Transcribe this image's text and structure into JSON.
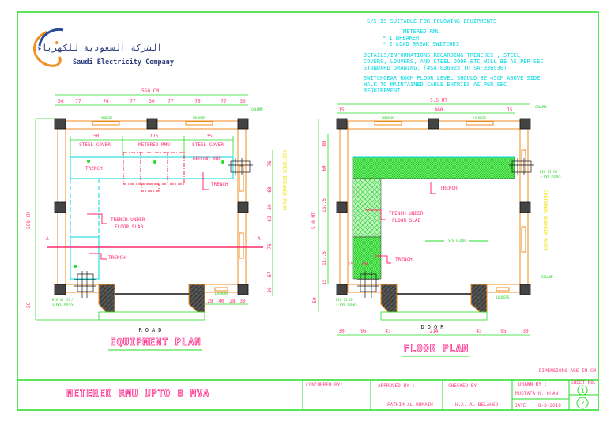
{
  "logo": {
    "arabic": "الشركة السعودية للكهرباء",
    "english": "Saudi Electricity Company"
  },
  "notes": {
    "heading": "S/S IS SUITABLE FOR FOLOWING EQUIPMENTS",
    "equipment_title": "METERED RMU",
    "items": [
      "*  1  BREAKER",
      "*  2  LOAD BREAK SWITCHES"
    ],
    "details": [
      "DETAILS/INFORMATIONS REGARDING TRENCHES , STEEL",
      "COVERS, LOUVERS, AND STEEL DOOR ETC WILL BE AS PER SEC",
      "STANDARD  DRAWING. (#SA-036925 TO SA-036930)"
    ],
    "floor_level": [
      "SWITCHGEAR ROOM FLOOR LEVEL SHOULD BE 45CM ABOVE SIDE",
      "WALK  TO MAINTAINED CABLE ENTRIES   AS PER SEC",
      "REQUIREMENT."
    ]
  },
  "equipment_plan": {
    "title": "EQUIPMENT PLAN",
    "road": "ROAD",
    "total_width": "550 CM",
    "top_dims": [
      "30",
      "77",
      "76",
      "77",
      "30",
      "77",
      "76",
      "77",
      "30"
    ],
    "inner_dims": [
      "150",
      "175",
      "135"
    ],
    "inner_labels": [
      "STEEL COVER",
      "METERED RMU",
      "STEEL COVER"
    ],
    "right_dims": [
      "76",
      "68",
      "30",
      "62",
      "76",
      "67",
      "30"
    ],
    "bottom_dims": [
      "28",
      "40",
      "28",
      "30"
    ],
    "left_total": "500 CM",
    "left_bottom": "50",
    "section_mark": "A",
    "trench": "TRENCH",
    "ground_rod": "GROUND ROD",
    "trench_under_slab": [
      "TRENCH UNDER",
      "FLOOR SLAB"
    ],
    "louvers": "LOUVERS",
    "column": "COLUMN",
    "pipes": [
      "DIA 15 CM /",
      "3-PVC PIPES"
    ],
    "room_label": "CUSTOMER BREAKER ROOM"
  },
  "floor_plan": {
    "title": "FLOOR PLAN",
    "door": "DOOR",
    "total_width": "5.5 MT",
    "top_dims": [
      "15",
      "460",
      "15"
    ],
    "left_dims": [
      "80",
      "60",
      "167.5",
      "117.5",
      "15",
      "50"
    ],
    "left_total": "5.0 MT",
    "bottom_dims": [
      "30",
      "95",
      "43",
      "214",
      "43",
      "95",
      "30"
    ],
    "trench_dims": [
      "15",
      "60"
    ],
    "ss_floor": "S/S FLOOR",
    "trench": "TRENCH",
    "trench_under_slab": [
      "TRENCH UNDER",
      "FLOOR SLAB"
    ],
    "louvers": "LOUVERS",
    "column": "COLUMN",
    "pipes": [
      "DIA 15 CM",
      "3-PVC PIPES"
    ],
    "room_label": "CUSTOMER BREAKER ROOM"
  },
  "title_block": {
    "dimensions_note": "DIMENSIONS ARE IN CM",
    "drawing_title": "METERED RMU UPTO 8 MVA",
    "concurred": "CONCURRED BY:",
    "approved": "APPROVED BY :",
    "approved_name": "FATHIM AL-RUMAIH",
    "checked": "CHECKED  BY",
    "checked_name": "H.A. AL-BELAHED",
    "drawn": "DRAWN  BY :",
    "drawn_name": "MUSTAFA K. KHAN",
    "date_label": "DATE :",
    "date": "8-8-2010",
    "sheet_no": "SHEET NO.",
    "sheets": [
      "1",
      "2"
    ]
  },
  "colors": {
    "frame": "#22dd22",
    "notes": "#00d8e0",
    "dims": "#ff2a6a",
    "walls": "#f08a20",
    "trench_fill": "#44ee44",
    "room_label": "#f0e000"
  }
}
